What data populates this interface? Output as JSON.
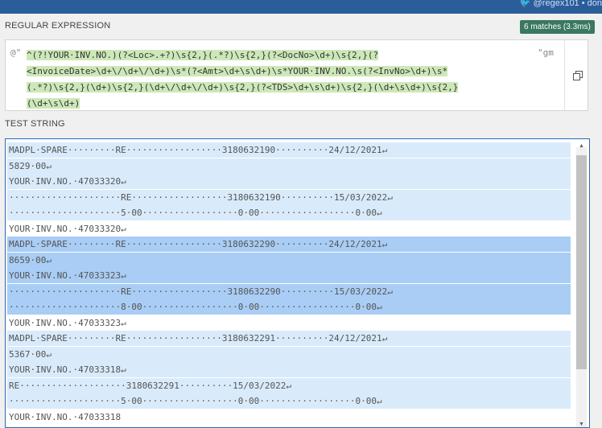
{
  "topbar": {
    "text": "🐦 @regex101 • don"
  },
  "regex": {
    "title": "REGULAR EXPRESSION",
    "matches_badge": "6 matches (3.3ms)",
    "prefix": "@\"",
    "suffix": "\"gm",
    "lines": [
      "^(?!YOUR·INV.NO.)(?<Loc>.+?)\\s{2,}(.*?)\\s{2,}(?<DocNo>\\d+)\\s{2,}(?",
      "<InvoiceDate>\\d+\\/\\d+\\/\\d+)\\s*(?<Amt>\\d+\\s\\d+)\\s*YOUR·INV.NO.\\s(?<InvNo>\\d+)\\s*",
      "(.*?)\\s{2,}(\\d+)\\s{2,}(\\d+\\/\\d+\\/\\d+)\\s{2,}(?<TDS>\\d+\\s\\d+)\\s{2,}(\\d+\\s\\d+)\\s{2,}",
      "(\\d+\\s\\d+)"
    ]
  },
  "test": {
    "title": "TEST STRING",
    "lines": [
      {
        "text": "MADPL·SPARE·········RE··················3180632190··········24/12/2021↵",
        "bg": "light"
      },
      {
        "text": "5829·00↵",
        "bg": "light"
      },
      {
        "text": "YOUR·INV.NO.·47033320↵",
        "bg": "light"
      },
      {
        "text": "·····················RE··················3180632190··········15/03/2022↵",
        "bg": "light"
      },
      {
        "text": "·····················5·00··················0·00··················0·00↵",
        "bg": "light"
      },
      {
        "text": "YOUR·INV.NO.·47033320↵",
        "bg": "none"
      },
      {
        "text": "MADPL·SPARE·········RE··················3180632290··········24/12/2021↵",
        "bg": "dark"
      },
      {
        "text": "8659·00↵",
        "bg": "dark"
      },
      {
        "text": "YOUR·INV.NO.·47033323↵",
        "bg": "dark"
      },
      {
        "text": "·····················RE··················3180632290··········15/03/2022↵",
        "bg": "dark"
      },
      {
        "text": "·····················8·00··················0·00··················0·00↵",
        "bg": "dark"
      },
      {
        "text": "YOUR·INV.NO.·47033323↵",
        "bg": "none"
      },
      {
        "text": "MADPL·SPARE·········RE··················3180632291··········24/12/2021↵",
        "bg": "light"
      },
      {
        "text": "5367·00↵",
        "bg": "light"
      },
      {
        "text": "YOUR·INV.NO.·47033318↵",
        "bg": "light"
      },
      {
        "text": "RE····················3180632291··········15/03/2022↵",
        "bg": "light"
      },
      {
        "text": "·····················5·00··················0·00··················0·00↵",
        "bg": "light"
      },
      {
        "text": "YOUR·INV.NO.·47033318",
        "bg": "none"
      }
    ]
  },
  "colors": {
    "match_light": "#d9ebfb",
    "match_dark": "#a9cdf4",
    "group_green": "#b9e0a5",
    "group_orange": "#f2c89a",
    "group_purple": "#c9b5ee",
    "group_pink": "#f6a6a6",
    "group_lilac": "#e7c6f1"
  }
}
